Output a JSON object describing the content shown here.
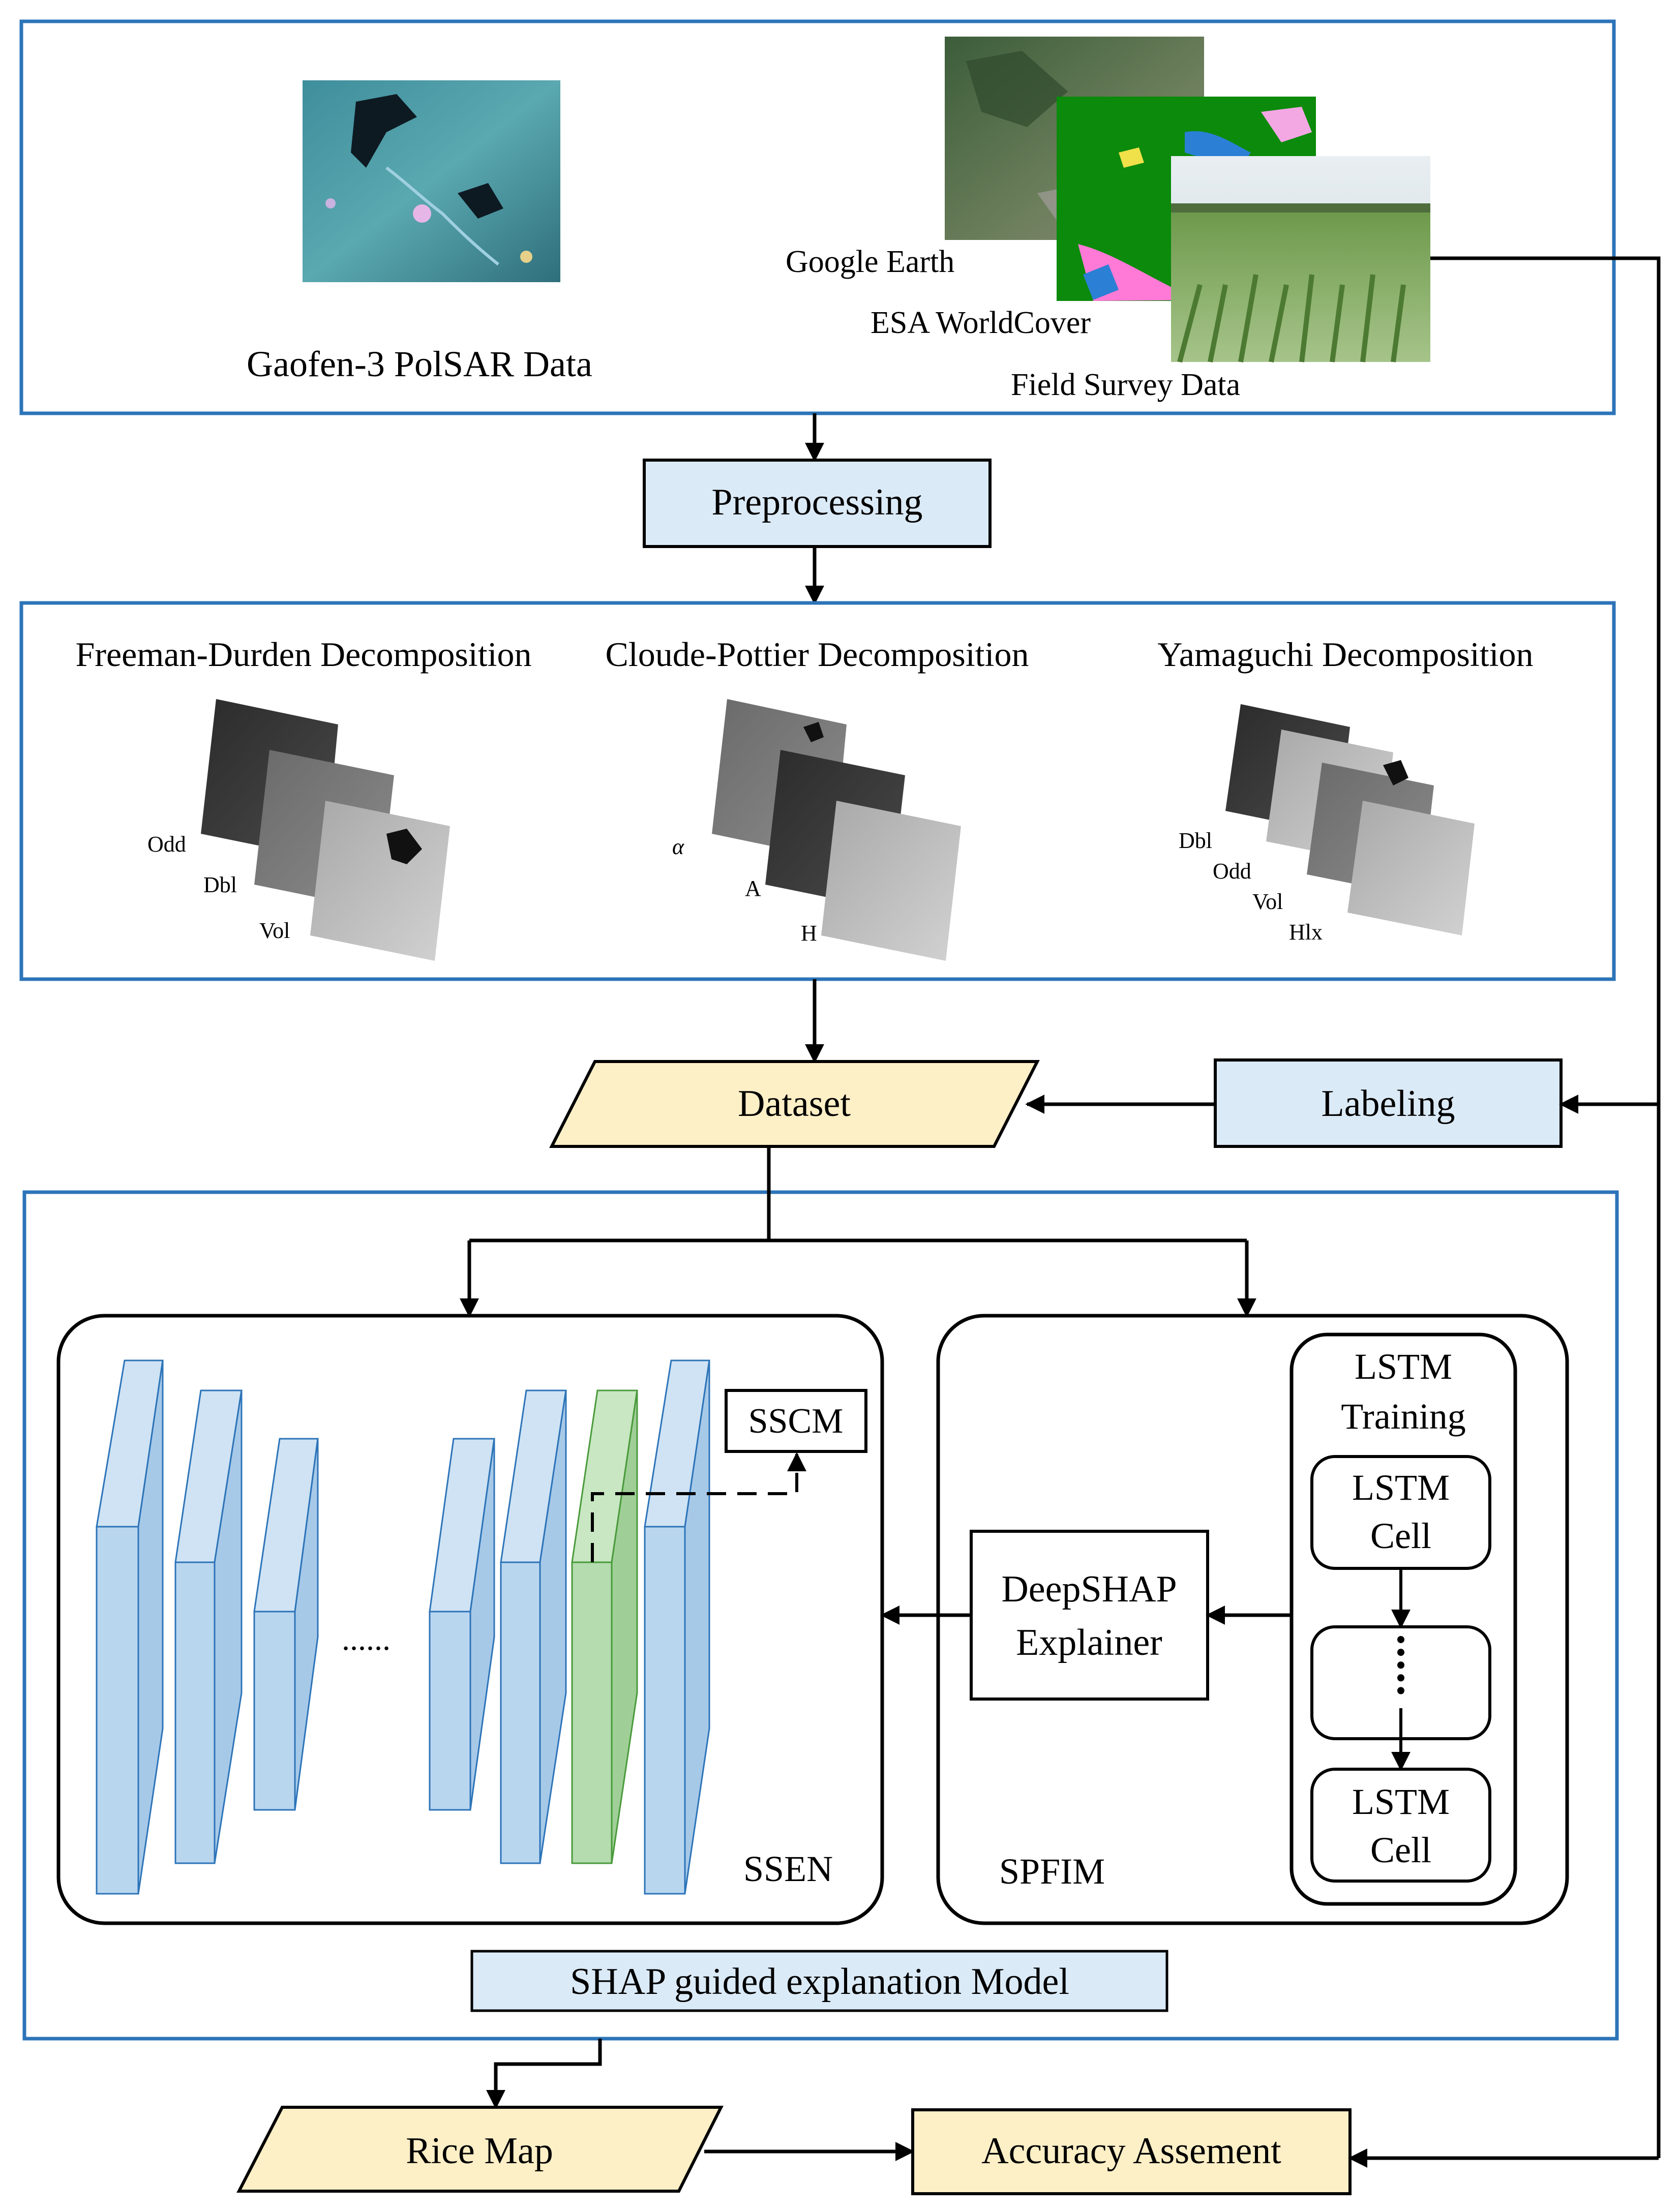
{
  "colors": {
    "frame": "#2d74b8",
    "light_blue_fill": "#dbeaf7",
    "yellow_fill": "#fdefc6",
    "layer_blue": "#b9d6ef",
    "layer_green": "#b4dcae"
  },
  "data_sources": {
    "gaofen_label": "Gaofen-3 PolSAR Data",
    "google_earth_label": "Google Earth",
    "worldcover_label": "ESA WorldCover",
    "field_survey_label": "Field Survey Data"
  },
  "preprocessing_label": "Preprocessing",
  "decompositions": {
    "freeman": {
      "title": "Freeman-Durden Decomposition",
      "components": [
        "Odd",
        "Dbl",
        "Vol"
      ]
    },
    "cloude": {
      "title": "Cloude-Pottier Decomposition",
      "components": [
        "α",
        "A",
        "H"
      ]
    },
    "yamaguchi": {
      "title": "Yamaguchi Decomposition",
      "components": [
        "Dbl",
        "Odd",
        "Vol",
        "Hlx"
      ]
    }
  },
  "dataset_label": "Dataset",
  "labeling_label": "Labeling",
  "ssen": {
    "label": "SSEN",
    "sscm_label": "SSCM",
    "ellipsis": "......"
  },
  "spfim": {
    "label": "SPFIM",
    "lstm_training_line1": "LSTM",
    "lstm_training_line2": "Training",
    "cell_line1": "LSTM",
    "cell_line2": "Cell",
    "deepshap_line1": "DeepSHAP",
    "deepshap_line2": "Explainer"
  },
  "model_label": "SHAP guided explanation Model",
  "rice_map_label": "Rice Map",
  "accuracy_label": "Accuracy Assement"
}
